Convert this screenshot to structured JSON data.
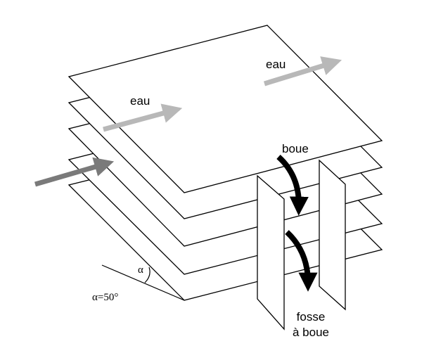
{
  "labels": {
    "water_top": "eau",
    "water_mid": "eau",
    "sludge": "boue",
    "pit_line1": "fosse",
    "pit_line2": "à boue",
    "angle_symbol": "α",
    "angle_value": "α=50°"
  },
  "colors": {
    "water_arrow_light": "#b8b8b8",
    "inflow_arrow": "#7a7a7a",
    "sludge_arrow": "#000000",
    "line": "#000000",
    "background": "#ffffff"
  }
}
